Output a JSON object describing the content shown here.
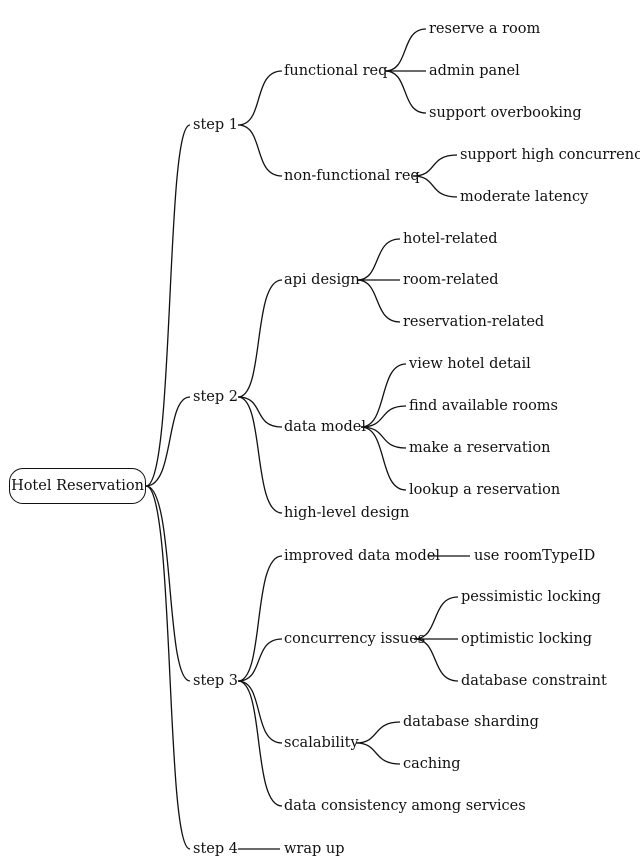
{
  "root": "Hotel Reservation",
  "steps": {
    "s1": {
      "label": "step 1",
      "functional": {
        "label": "functional req",
        "items": [
          "reserve a room",
          "admin panel",
          "support overbooking"
        ]
      },
      "nonfunctional": {
        "label": "non-functional req",
        "items": [
          "support high concurrency",
          "moderate latency"
        ]
      }
    },
    "s2": {
      "label": "step 2",
      "api": {
        "label": "api design",
        "items": [
          "hotel-related",
          "room-related",
          "reservation-related"
        ]
      },
      "datamodel": {
        "label": "data model",
        "items": [
          "view hotel detail",
          "find available rooms",
          "make a reservation",
          "lookup a reservation"
        ]
      },
      "highlevel": {
        "label": "high-level design"
      }
    },
    "s3": {
      "label": "step 3",
      "improved": {
        "label": "improved data model",
        "items": [
          "use roomTypeID"
        ]
      },
      "concurrency": {
        "label": "concurrency issues",
        "items": [
          "pessimistic locking",
          "optimistic locking",
          "database constraint"
        ]
      },
      "scalability": {
        "label": "scalability",
        "items": [
          "database sharding",
          "caching"
        ]
      },
      "consistency": {
        "label": "data consistency among services"
      }
    },
    "s4": {
      "label": "step 4",
      "wrapup": {
        "label": "wrap up"
      }
    }
  }
}
